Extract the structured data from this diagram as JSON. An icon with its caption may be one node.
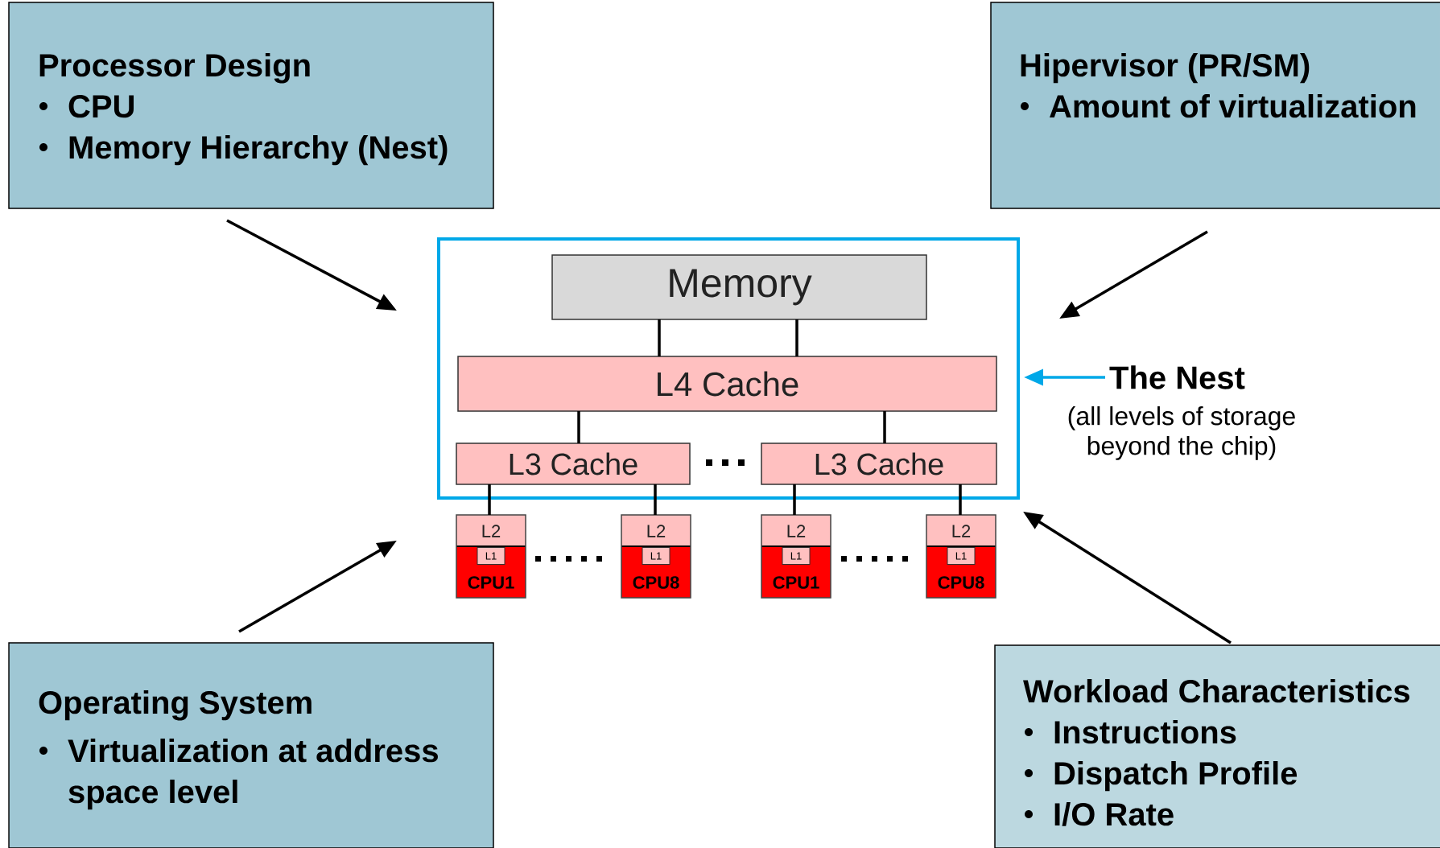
{
  "diagram": {
    "nodes": [
      {
        "text": [
          "Processor Design",
          "CPU",
          "Memory Hierarchy (Nest)"
        ]
      },
      {
        "text": [
          "Hipervisor (PR/SM)",
          "Amount of virtualization"
        ]
      },
      {
        "text": [],
        "shape": "box"
      },
      {
        "text": [
          "Memory"
        ],
        "in": 2
      },
      {
        "text": [
          "L4 Cache"
        ],
        "in": 2
      },
      {
        "text": [
          "L3 Cache"
        ],
        "in": 2
      },
      {
        "text": [
          "L3 Cache"
        ],
        "in": 2
      },
      {
        "text": [
          "L2",
          "L1",
          "CPU1"
        ]
      },
      {
        "text": [
          "L2",
          "L1",
          "CPU8"
        ]
      },
      {
        "text": [
          "L2",
          "L1",
          "CPU1"
        ]
      },
      {
        "text": [
          "L2",
          "L1",
          "CPU8"
        ]
      },
      {
        "text": [
          "The Nest"
        ],
        "beside": [
          "(all levels of storage beyond the chip)"
        ]
      },
      {
        "text": [
          "Operating System",
          "Virtualization at address space level"
        ]
      },
      {
        "text": [
          "Workload Characteristics",
          "Instructions",
          "Dispatch Profile",
          "I/O Rate"
        ]
      }
    ],
    "edges": [
      {
        "from": 0,
        "to": 2,
        "arrow": "to"
      },
      {
        "from": 1,
        "to": 2,
        "arrow": "to"
      },
      {
        "from": 12,
        "to": 2,
        "arrow": "to"
      },
      {
        "from": 13,
        "to": 2,
        "arrow": "to"
      },
      {
        "from": 11,
        "to": 2,
        "arrow": "to",
        "color": "#00a8e8"
      },
      {
        "from": 3,
        "to": 4,
        "arrow": "none"
      },
      {
        "from": 3,
        "to": 4,
        "arrow": "none"
      },
      {
        "from": 4,
        "to": 5,
        "arrow": "none"
      },
      {
        "from": 4,
        "to": 6,
        "arrow": "none"
      },
      {
        "from": 5,
        "to": 7,
        "arrow": "none"
      },
      {
        "from": 5,
        "to": 8,
        "arrow": "none"
      },
      {
        "from": 6,
        "to": 9,
        "arrow": "none"
      },
      {
        "from": 6,
        "to": 10,
        "arrow": "none"
      }
    ]
  }
}
